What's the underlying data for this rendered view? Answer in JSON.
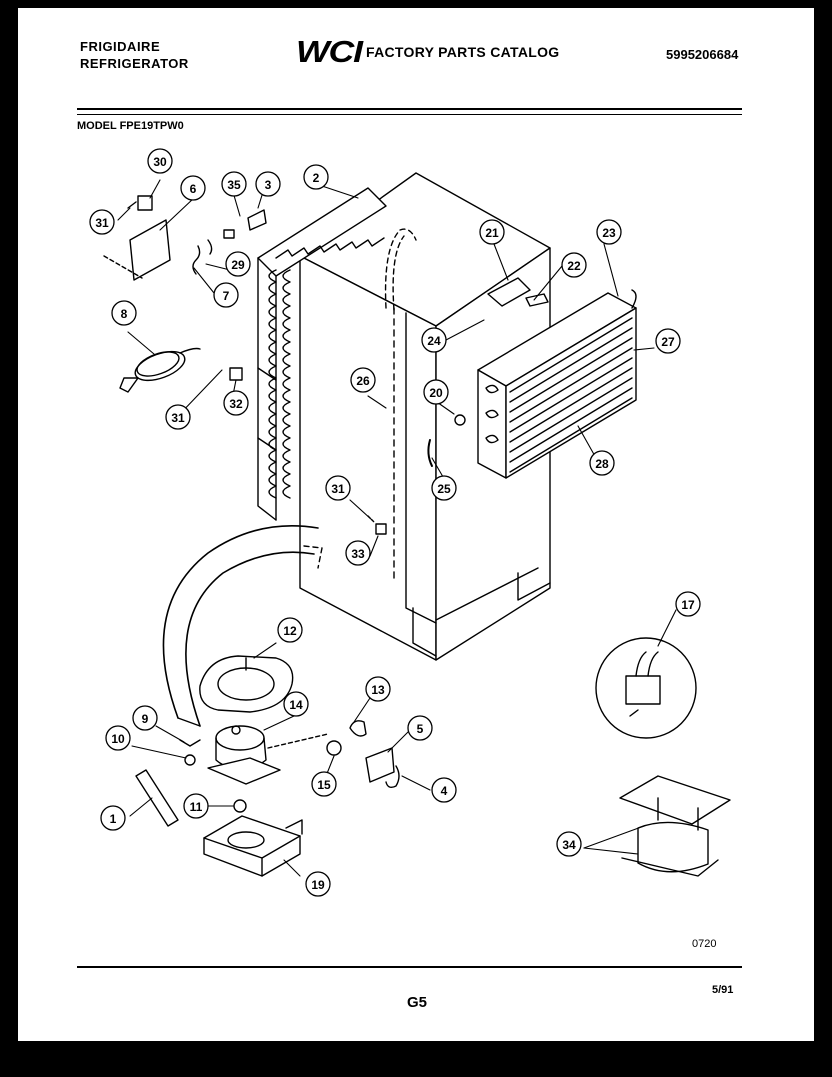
{
  "header": {
    "brand_line1": "FRIGIDAIRE",
    "brand_line2": "REFRIGERATOR",
    "logo": "WCI",
    "catalog_title": "FACTORY PARTS CATALOG",
    "part_number": "5995206684",
    "model": "MODEL FPE19TPW0"
  },
  "footer": {
    "code": "0720",
    "page": "G5",
    "date": "5/91"
  },
  "callouts": [
    "1",
    "2",
    "3",
    "4",
    "5",
    "6",
    "7",
    "8",
    "9",
    "10",
    "11",
    "12",
    "13",
    "14",
    "15",
    "17",
    "19",
    "20",
    "21",
    "22",
    "23",
    "24",
    "25",
    "26",
    "27",
    "28",
    "29",
    "30",
    "31",
    "31",
    "31",
    "32",
    "33",
    "34",
    "35"
  ]
}
